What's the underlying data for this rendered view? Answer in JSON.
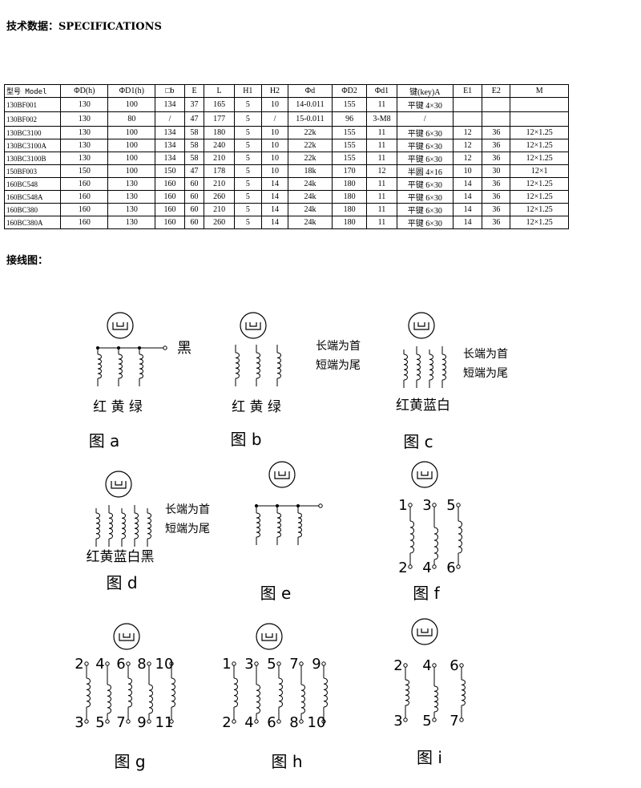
{
  "title": "技术数据：SPECIFICATIONS",
  "table": {
    "headers": [
      "型号 Model",
      "ΦD(h)",
      "ΦD1(h)",
      "□b",
      "E",
      "L",
      "H1",
      "H2",
      "Φd",
      "ΦD2",
      "Φd1",
      "键(key)A",
      "E1",
      "E2",
      "M"
    ],
    "rows": [
      [
        "130BF001",
        "130",
        "100",
        "134",
        "37",
        "165",
        "5",
        "10",
        "14-0.011",
        "155",
        "11",
        "平键 4×30",
        "",
        "",
        ""
      ],
      [
        "130BF002",
        "130",
        "80",
        "/",
        "47",
        "177",
        "5",
        "/",
        "15-0.011",
        "96",
        "3-M8",
        "/",
        "",
        "",
        ""
      ],
      [
        "130BC3100",
        "130",
        "100",
        "134",
        "58",
        "180",
        "5",
        "10",
        "22k",
        "155",
        "11",
        "平键 6×30",
        "12",
        "36",
        "12×1.25"
      ],
      [
        "130BC3100A",
        "130",
        "100",
        "134",
        "58",
        "240",
        "5",
        "10",
        "22k",
        "155",
        "11",
        "平键 6×30",
        "12",
        "36",
        "12×1.25"
      ],
      [
        "130BC3100B",
        "130",
        "100",
        "134",
        "58",
        "210",
        "5",
        "10",
        "22k",
        "155",
        "11",
        "平键 6×30",
        "12",
        "36",
        "12×1.25"
      ],
      [
        "150BF003",
        "150",
        "100",
        "150",
        "47",
        "178",
        "5",
        "10",
        "18k",
        "170",
        "12",
        "半圆 4×16",
        "10",
        "30",
        "12×1"
      ],
      [
        "160BC548",
        "160",
        "130",
        "160",
        "60",
        "210",
        "5",
        "14",
        "24k",
        "180",
        "11",
        "平键 6×30",
        "14",
        "36",
        "12×1.25"
      ],
      [
        "160BC548A",
        "160",
        "130",
        "160",
        "60",
        "260",
        "5",
        "14",
        "24k",
        "180",
        "11",
        "平键 6×30",
        "14",
        "36",
        "12×1.25"
      ],
      [
        "160BC380",
        "160",
        "130",
        "160",
        "60",
        "210",
        "5",
        "14",
        "24k",
        "180",
        "11",
        "平键 6×30",
        "14",
        "36",
        "12×1.25"
      ],
      [
        "160BC380A",
        "160",
        "130",
        "160",
        "60",
        "260",
        "5",
        "14",
        "24k",
        "180",
        "11",
        "平键 6×30",
        "14",
        "36",
        "12×1.25"
      ]
    ]
  },
  "wiring_title": "接线图：",
  "diagrams": {
    "a": {
      "caption": "图 a",
      "wire_label": "黑",
      "colors": "红 黄 绿"
    },
    "b": {
      "caption": "图 b",
      "note1": "长端为首",
      "note2": "短端为尾",
      "colors": "红 黄 绿"
    },
    "c": {
      "caption": "图 c",
      "note1": "长端为首",
      "note2": "短端为尾",
      "colors": "红黄蓝白"
    },
    "d": {
      "caption": "图 d",
      "note1": "长端为首",
      "note2": "短端为尾",
      "colors": "红黄蓝白黑"
    },
    "e": {
      "caption": "图 e"
    },
    "f": {
      "caption": "图 f",
      "top": [
        "1",
        "3",
        "5"
      ],
      "bottom": [
        "2",
        "4",
        "6"
      ]
    },
    "g": {
      "caption": "图 g",
      "top": [
        "2",
        "4",
        "6",
        "8",
        "10"
      ],
      "bottom": [
        "3",
        "5",
        "7",
        "9",
        "11"
      ]
    },
    "h": {
      "caption": "图 h",
      "top": [
        "1",
        "3",
        "5",
        "7",
        "9"
      ],
      "bottom": [
        "2",
        "4",
        "6",
        "8",
        "10"
      ]
    },
    "i": {
      "caption": "图 i",
      "top": [
        "2",
        "4",
        "6"
      ],
      "bottom": [
        "3",
        "5",
        "7"
      ]
    }
  }
}
